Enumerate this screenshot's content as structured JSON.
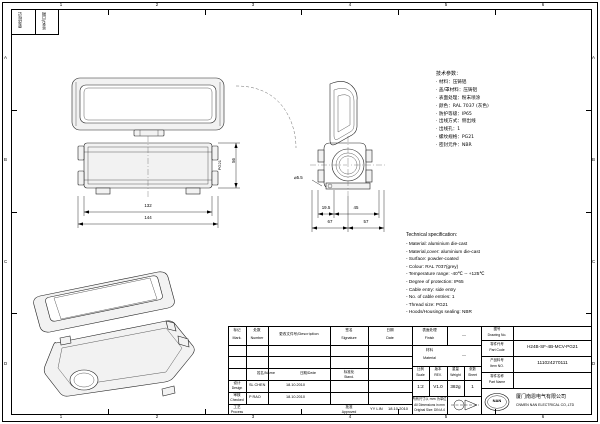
{
  "frame": {
    "col_labels": [
      "1",
      "2",
      "3",
      "4",
      "5",
      "6"
    ],
    "row_labels": [
      "A",
      "B",
      "C",
      "D"
    ]
  },
  "corner": {
    "left_label_1": "更改标记",
    "left_label_2": "签名/日期"
  },
  "spec_cn": {
    "title": "技术参数：",
    "lines": [
      "· 材料：压铸铝",
      "· 盖/罩材料：压铸铝",
      "· 表面处理：粉末喷涂",
      "· 颜色：RAL 7037 (灰色)",
      "· 防护等级：IP65",
      "· 出线方式：侧出线",
      "· 出线孔：1",
      "· 螺纹规格：PG21",
      "· 密封元件：NBR"
    ]
  },
  "spec_en": {
    "title": "Technical specification:",
    "lines": [
      "- Material: aluminium die-cast",
      "- Material,cover: aluminium die-cast",
      "- Surface: powder-coated",
      "- Colour: RAL 7037(grey)",
      "- Temperature range: -40℃ -- +125℃",
      "- Degree of protection: IP65",
      "- Cable entry: side entry",
      "- No. of cable entries: 1",
      "- Thread size: PG21",
      "- Hoods/Housings sealing: NBR"
    ]
  },
  "dimensions": {
    "front_width_inner": "132",
    "front_width_outer": "144",
    "front_height": "56",
    "thread": "PG21",
    "side_small": "19.5",
    "side_mid": "45",
    "side_total_a": "67",
    "side_total_b": "57",
    "hole_diameter": "⌀5.5"
  },
  "titleblock": {
    "surface_cn": "表面处理",
    "surface_en": "Finish",
    "surface_value": "—",
    "drawing_no_cn": "图号",
    "drawing_no_en": "Drawing No.",
    "part_code_cn": "零件代号",
    "part_code_en": "Part Code",
    "part_code_value": "H24B-SF-4B-MCV-PG21",
    "product_code_cn": "产品料号",
    "product_code_en": "Item NO.",
    "product_code_value": "111024270111",
    "part_name_cn": "零件名称",
    "part_name_en": "Part Name",
    "part_name_value": "",
    "cols": {
      "mark_cn": "标记",
      "mark_en": "Mark.",
      "qty_cn": "处数",
      "qty_en": "Number",
      "desc_cn": "更改文件号/Description",
      "sign_cn": "签名",
      "sign_en": "Signature",
      "date_cn": "日期",
      "date_en": "Date",
      "material_cn": "材料",
      "material_en": "Material",
      "material_value": "—"
    },
    "rows": [
      {
        "mark": "",
        "number": "",
        "desc": "",
        "sign": "",
        "date": ""
      },
      {
        "mark": "",
        "number": "",
        "desc": "",
        "sign": "",
        "date": ""
      }
    ],
    "design_cn": "设计",
    "design_en": "Design",
    "design_name": "SL CHEN",
    "design_date": "18.10.2010",
    "check_cn": "审核",
    "check_en": "Checked",
    "check_name": "P RAO",
    "check_date": "18.10.2010",
    "process_cn": "工艺",
    "process_en": "Process",
    "stand_cn": "标准化",
    "stand_en": "Stand.",
    "name_col_cn": "姓名/Name",
    "date_col_cn": "日期/Date",
    "approve_cn": "批准",
    "approve_en": "Approved",
    "approve_name": "YY LIN",
    "approve_date": "18.10.2010",
    "scale_cn": "比例",
    "scale_en": "Scale",
    "scale_value": "1:2",
    "rev_cn": "版本",
    "rev_en": "REV.",
    "rev_value": "V1.0",
    "weight_cn": "重量",
    "weight_en": "Weight",
    "weight_value": "382g",
    "sheet_cn": "张数",
    "sheet_en": "Sheet",
    "sheet_value": "1",
    "note_cn": "所有尺寸以 mm 为单位",
    "note_en1": "All Dimensions in mm",
    "note_en2": "Original Size: DIN A 4",
    "company_cn": "厦门南恩电气有限公司",
    "company_en": "CNMEN NAN ELECTRICAL CO,.LTD",
    "logo_text": "NAN"
  }
}
